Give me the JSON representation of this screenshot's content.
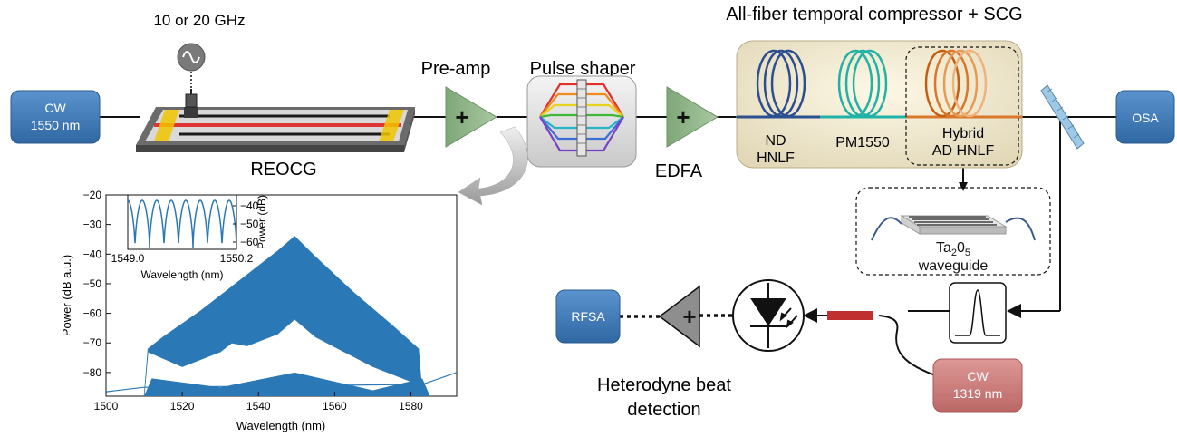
{
  "labels": {
    "rf_source": "10 or 20 GHz",
    "reocg": "REOCG",
    "preamp": "Pre-amp",
    "pulse_shaper": "Pulse shaper",
    "edfa": "EDFA",
    "compressor_title": "All-fiber temporal compressor + SCG",
    "nd_hnlf_1": "ND",
    "nd_hnlf_2": "HNLF",
    "pm1550": "PM1550",
    "hybrid_1": "Hybrid",
    "hybrid_2": "AD HNLF",
    "waveguide_base": "Ta",
    "waveguide_sub1": "2",
    "waveguide_mid": "0",
    "waveguide_sub2": "5",
    "waveguide_name": "waveguide",
    "heterodyne_1": "Heterodyne beat",
    "heterodyne_2": "detection",
    "plus": "+"
  },
  "boxes": {
    "cw_1550_line1": "CW",
    "cw_1550_line2": "1550 nm",
    "osa": "OSA",
    "rfsa": "RFSA",
    "cw_1319_line1": "CW",
    "cw_1319_line2": "1319 nm"
  },
  "colors": {
    "blue_box": "#3f79b4",
    "pink_box": "#c97a78",
    "amp_green": "#8fb38a",
    "nd_coil": "#2c4f8f",
    "pm_coil": "#20b2a6",
    "hybrid_coil": "#d9772a",
    "spectrum": "#2b78b6",
    "fiber_red": "#c0302e"
  },
  "chart_data": {
    "type": "area",
    "xlabel": "Wavelength (nm)",
    "ylabel": "Power (dB a.u.)",
    "xlim": [
      1500,
      1592
    ],
    "ylim": [
      -88,
      -20
    ],
    "xticks": [
      1500,
      1520,
      1540,
      1560,
      1580
    ],
    "yticks": [
      -20,
      -30,
      -40,
      -50,
      -60,
      -70,
      -80
    ],
    "upper_envelope": [
      [
        1510,
        -88
      ],
      [
        1511,
        -72
      ],
      [
        1515,
        -68
      ],
      [
        1525,
        -59
      ],
      [
        1535,
        -49
      ],
      [
        1545,
        -39
      ],
      [
        1549.5,
        -34
      ],
      [
        1555,
        -41
      ],
      [
        1565,
        -53
      ],
      [
        1575,
        -64
      ],
      [
        1582,
        -72
      ],
      [
        1583,
        -88
      ]
    ],
    "lower_envelope": [
      [
        1510,
        -88
      ],
      [
        1511,
        -73
      ],
      [
        1520,
        -78
      ],
      [
        1530,
        -73
      ],
      [
        1533,
        -70
      ],
      [
        1537,
        -71
      ],
      [
        1545,
        -67
      ],
      [
        1549.5,
        -62
      ],
      [
        1555,
        -68
      ],
      [
        1570,
        -78
      ],
      [
        1580,
        -83
      ],
      [
        1583,
        -88
      ]
    ],
    "inset": {
      "xlabel": "Wavelength (nm)",
      "ylabel": "Power (dB)",
      "xlim": [
        1549.0,
        1550.2
      ],
      "ylim": [
        -64,
        -34
      ],
      "xticks": [
        "1549.0",
        "1550.2"
      ],
      "yticks": [
        "-40",
        "-50",
        "-60"
      ],
      "period_nm": 0.16,
      "peak_db": -37,
      "min_db": -63
    }
  }
}
